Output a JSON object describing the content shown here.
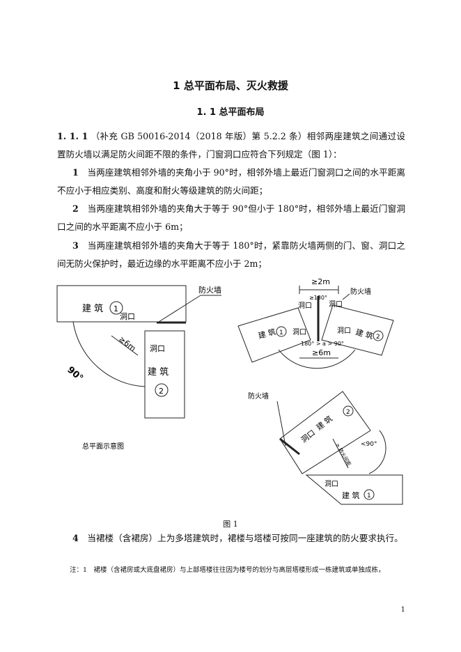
{
  "heading1": "1 总平面布局、灭火救援",
  "heading2": "1. 1 总平面布局",
  "clause": {
    "number": "1. 1. 1",
    "text": "（补充 GB 50016-2014（2018 年版）第 5.2.2 条）相邻两座建筑之间通过设置防火墙以满足防火间距不限的条件，门窗洞口应符合下列规定（图 1）："
  },
  "items": [
    {
      "num": "1",
      "text": "当两座建筑相邻外墙的夹角小于 90°时，相邻外墙上最近门窗洞口之间的水平距离不应小于相应类别、高度和耐火等级建筑的防火间距；"
    },
    {
      "num": "2",
      "text": "当两座建筑相邻外墙的夹角大于等于 90°但小于 180°时，相邻外墙上最近门窗洞口之间的水平距离不应小于 6m；"
    },
    {
      "num": "3",
      "text": "当两座建筑相邻外墙的夹角大于等于 180°时，紧靠防火墙两侧的门、窗、洞口之间无防火保护时，最近边缘的水平距离不应小于 2m；"
    },
    {
      "num": "4",
      "text": "当裙楼（含裙房）上为多塔建筑时，裙楼与塔楼可按同一座建筑的防火要求执行。"
    }
  ],
  "figure": {
    "caption": "图 1",
    "left": {
      "building": "建 筑",
      "n1": "1",
      "n2": "2",
      "opening": "洞口",
      "firewall": "防火墙",
      "dist": "≥6m",
      "angle": "90°",
      "title": "总平面示意图"
    },
    "right_top": {
      "dist2": "≥2m",
      "angle180": "≥180°",
      "firewall": "防火墙",
      "opening": "洞口",
      "building": "建 筑",
      "n1": "1",
      "n2": "2",
      "range": "180° > a > 90°",
      "dist6": "≥6m"
    },
    "right_bottom": {
      "firewall": "防火墙",
      "opening": "洞口",
      "building": "建 筑",
      "n1": "1",
      "n2": "2",
      "angle": "<90°",
      "dist": "≥ 防火间距"
    }
  },
  "note": "注：1　裙楼（含裙房或大底盘裙房）与上部塔楼往往因为楼号的划分与高层塔楼形成一栋建筑或单独成栋，",
  "page_number": "1"
}
